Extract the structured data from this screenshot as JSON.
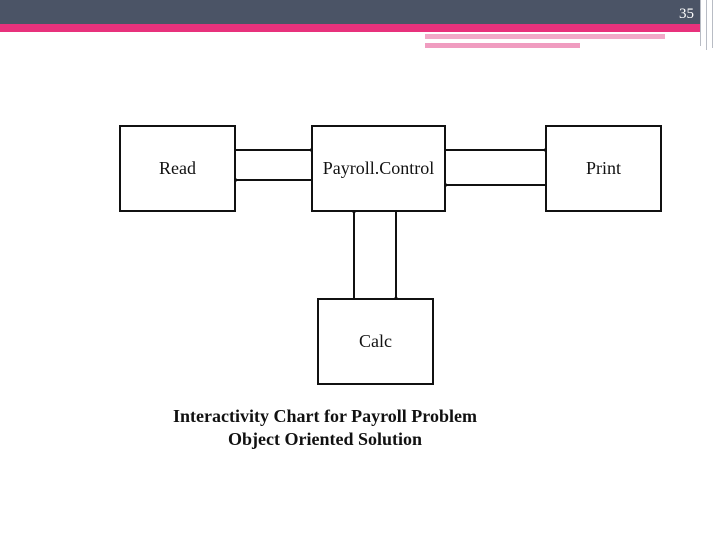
{
  "slide": {
    "number": "35"
  },
  "diagram": {
    "nodes": {
      "read": "Read",
      "payroll_control": "Payroll.Control",
      "print": "Print",
      "calc": "Calc"
    },
    "caption_line1": "Interactivity Chart for Payroll Problem",
    "caption_line2": "Object Oriented Solution"
  }
}
